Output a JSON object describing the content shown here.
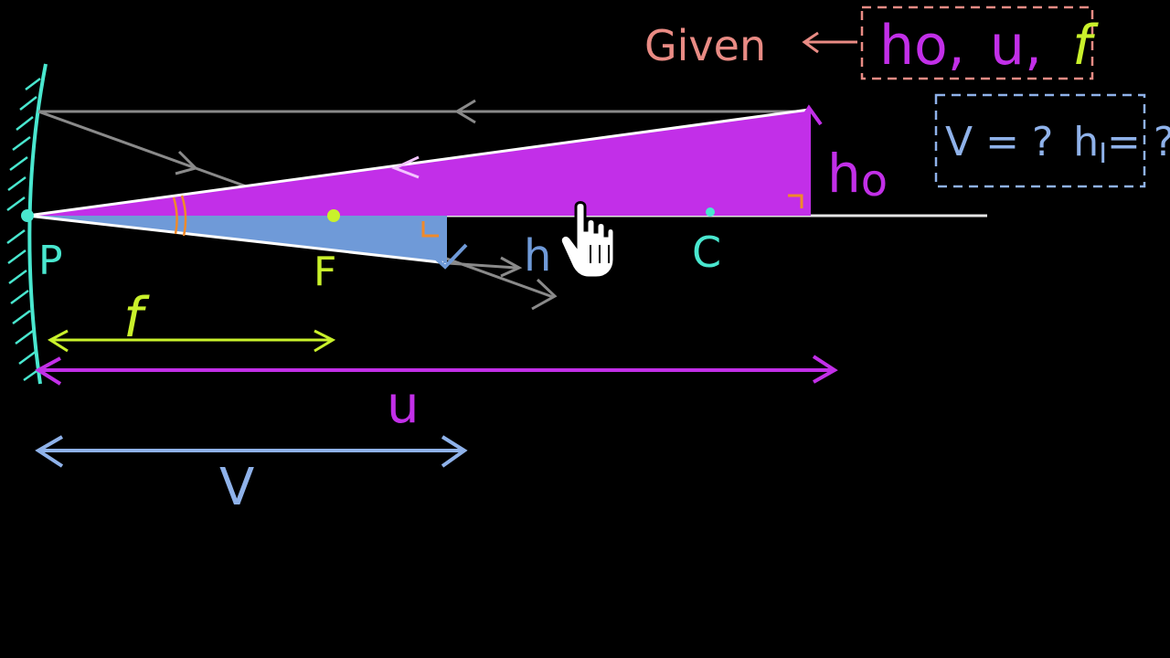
{
  "colors": {
    "background": "#000000",
    "mirror": "#49e7cf",
    "axis": "#e6e6e6",
    "object_triangle": "#c22fe8",
    "image_triangle": "#6f9ad8",
    "focal": "#c9f12b",
    "center": "#49e7cf",
    "given_label": "#e98b84",
    "given_box": "#e98b84",
    "unknown_box": "#8fb2ea",
    "ray_grey": "#8a8a8a",
    "angle_mark": "#f08a2a",
    "u_label": "#c22fe8",
    "v_label": "#8fb2ea"
  },
  "labels": {
    "pole": "P",
    "focus": "F",
    "centre": "C",
    "object_height": "h",
    "object_height_sub": "o",
    "image_height": "h",
    "focal_length": "f",
    "object_distance": "u",
    "image_distance": "V"
  },
  "given": {
    "word": "Given",
    "arrow_icon": "left-arrow-icon",
    "h": "h",
    "h_sub": "o",
    "sep1": ",",
    "u": "u",
    "sep2": ",",
    "f": "f"
  },
  "unknowns": {
    "v_eq": "V = ?",
    "h": "h",
    "h_sub": "I",
    "h_eq": "= ?"
  },
  "cursor": {
    "icon": "hand-pointer-icon"
  }
}
